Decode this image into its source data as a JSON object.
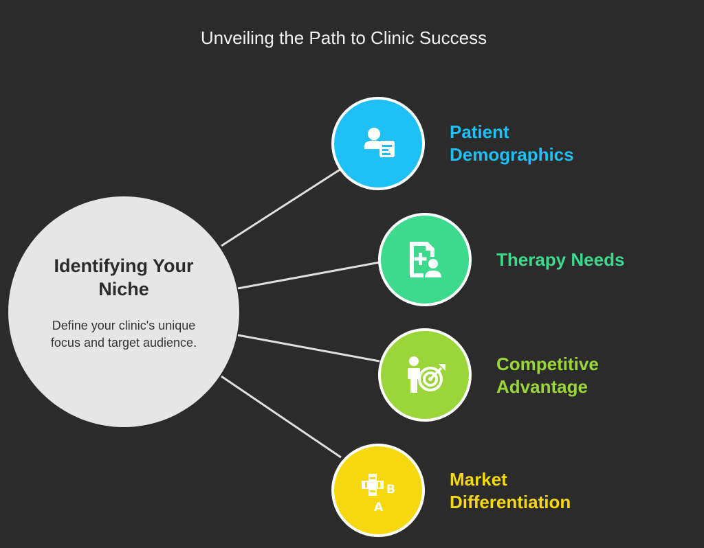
{
  "title": "Unveiling the Path to Clinic Success",
  "hub": {
    "title": "Identifying Your\nNiche",
    "description": "Define your clinic's unique focus and target audience."
  },
  "branches": [
    {
      "label": "Patient\nDemographics",
      "color": "#1ec0f5",
      "icon": "patient-profile-icon"
    },
    {
      "label": "Therapy Needs",
      "color": "#3dd98d",
      "icon": "medical-record-icon"
    },
    {
      "label": "Competitive\nAdvantage",
      "color": "#9ad63a",
      "icon": "target-goal-icon"
    },
    {
      "label": "Market\nDifferentiation",
      "color": "#f5d80f",
      "icon": "game-controller-ab-icon"
    }
  ]
}
